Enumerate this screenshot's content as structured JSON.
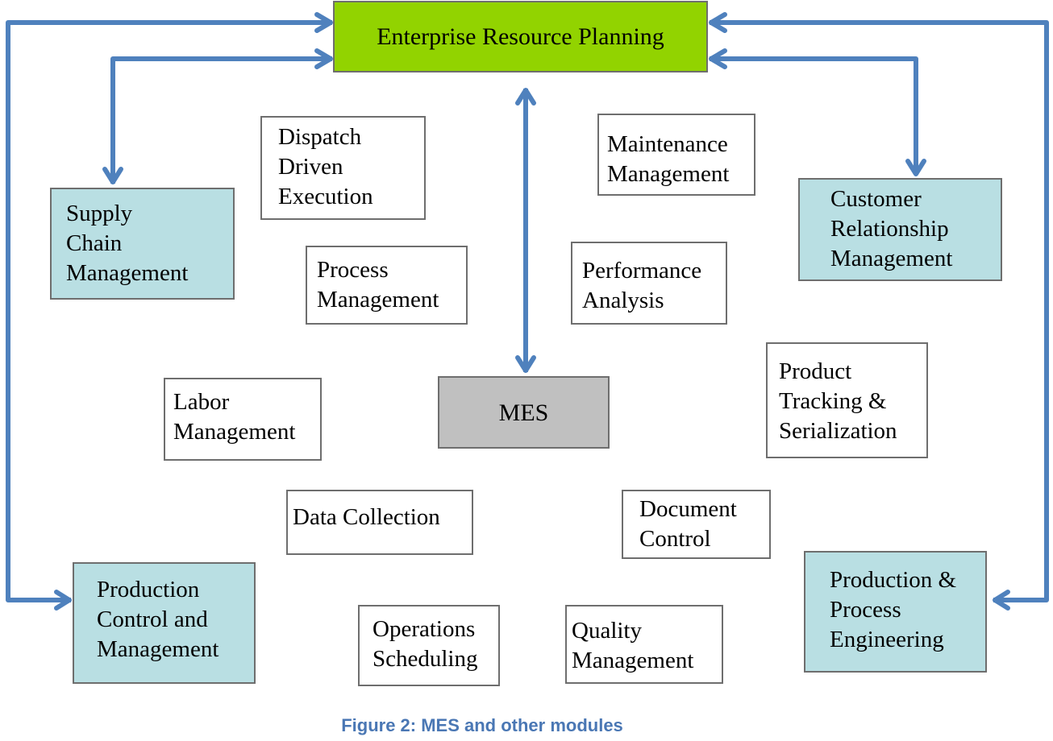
{
  "colors": {
    "arrow": "#4f81bd",
    "erp_fill": "#92d300",
    "mes_fill": "#c0c0c0",
    "module_fill": "#b9dfe3",
    "box_border": "#6e6e6e",
    "caption": "#4a77b4"
  },
  "erp": {
    "label": "Enterprise Resource Planning"
  },
  "mes": {
    "label": "MES"
  },
  "modules": {
    "supply_chain": [
      "Supply",
      "Chain",
      "Management"
    ],
    "crm": [
      "Customer",
      "Relationship",
      "Management"
    ],
    "production_control": [
      "Production",
      "Control and",
      "Management"
    ],
    "production_engineering": [
      "Production &",
      "Process",
      "Engineering"
    ]
  },
  "functions": {
    "dispatch": [
      "Dispatch",
      "Driven",
      "Execution"
    ],
    "maintenance": [
      "Maintenance",
      "Management"
    ],
    "process": [
      "Process",
      "Management"
    ],
    "performance": [
      "Performance",
      "Analysis"
    ],
    "product_tracking": [
      "Product",
      "Tracking &",
      "Serialization"
    ],
    "labor": [
      "Labor",
      "Management"
    ],
    "data_collection": [
      "Data Collection"
    ],
    "document_control": [
      "Document",
      "Control"
    ],
    "operations_scheduling": [
      "Operations",
      "Scheduling"
    ],
    "quality": [
      "Quality",
      "Management"
    ]
  },
  "caption": "Figure 2: MES and other modules"
}
